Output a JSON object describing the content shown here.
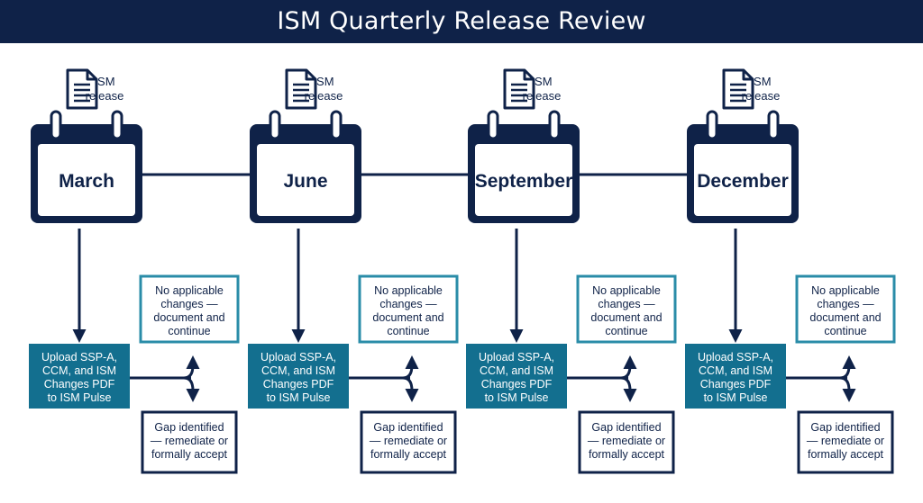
{
  "title": "ISM Quarterly Release Review",
  "colors": {
    "navy": "#0f2248",
    "teal": "#136f8f",
    "teal_border": "#2a8ca8"
  },
  "doc_icon": "document-icon",
  "calendar_icon": "calendar-icon",
  "release_label": [
    "ISM",
    "release"
  ],
  "quarters": [
    {
      "month": "March",
      "upload": [
        "Upload SSP-A,",
        "CCM, and ISM",
        "Changes PDF",
        "to ISM Pulse"
      ],
      "no_change": [
        "No applicable",
        "changes —",
        "document and",
        "continue"
      ],
      "gap": [
        "Gap identified",
        "— remediate or",
        "formally accept"
      ]
    },
    {
      "month": "June",
      "upload": [
        "Upload SSP-A,",
        "CCM, and ISM",
        "Changes PDF",
        "to ISM Pulse"
      ],
      "no_change": [
        "No applicable",
        "changes —",
        "document and",
        "continue"
      ],
      "gap": [
        "Gap identified",
        "— remediate or",
        "formally accept"
      ]
    },
    {
      "month": "September",
      "upload": [
        "Upload SSP-A,",
        "CCM, and ISM",
        "Changes PDF",
        "to ISM Pulse"
      ],
      "no_change": [
        "No applicable",
        "changes —",
        "document and",
        "continue"
      ],
      "gap": [
        "Gap identified",
        "— remediate or",
        "formally accept"
      ]
    },
    {
      "month": "December",
      "upload": [
        "Upload SSP-A,",
        "CCM, and ISM",
        "Changes PDF",
        "to ISM Pulse"
      ],
      "no_change": [
        "No applicable",
        "changes —",
        "document and",
        "continue"
      ],
      "gap": [
        "Gap identified",
        "— remediate or",
        "formally accept"
      ]
    }
  ]
}
